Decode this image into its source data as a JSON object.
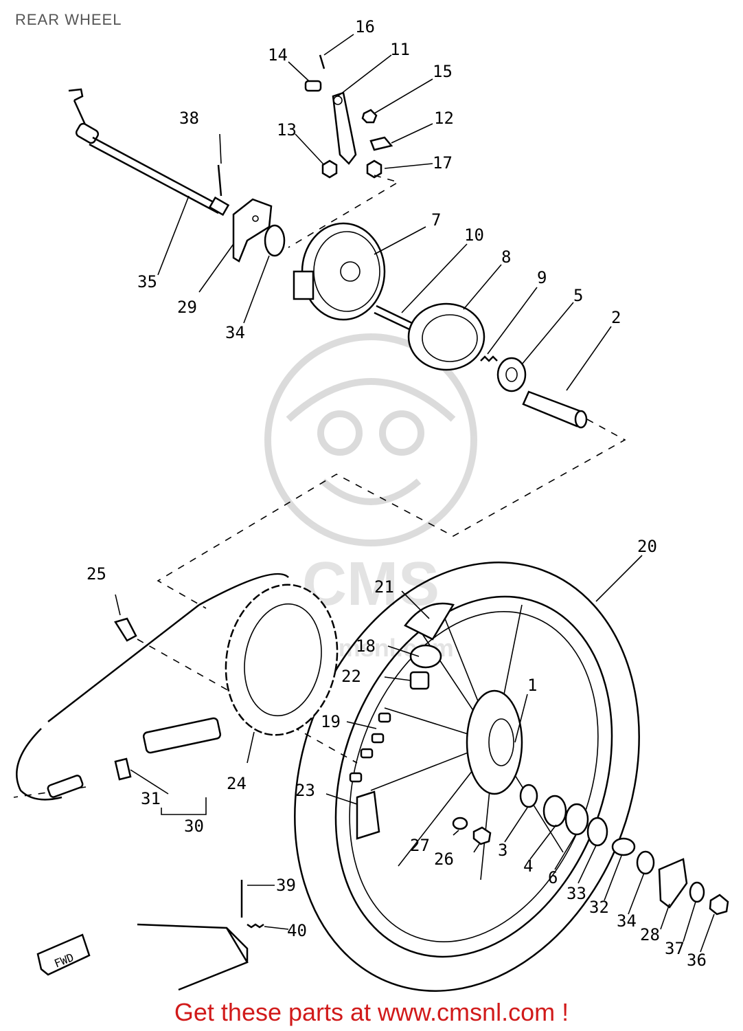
{
  "title": "REAR WHEEL",
  "footer": "Get these parts at www.cmsnl.com !",
  "watermark": {
    "text": "CMS",
    "url_text": "www.cmsnl.com"
  },
  "fwd_label": "FWD",
  "parts": [
    {
      "num": "1"
    },
    {
      "num": "2"
    },
    {
      "num": "3"
    },
    {
      "num": "4"
    },
    {
      "num": "5"
    },
    {
      "num": "6"
    },
    {
      "num": "7"
    },
    {
      "num": "8"
    },
    {
      "num": "9"
    },
    {
      "num": "10"
    },
    {
      "num": "11"
    },
    {
      "num": "12"
    },
    {
      "num": "13"
    },
    {
      "num": "14"
    },
    {
      "num": "15"
    },
    {
      "num": "16"
    },
    {
      "num": "17"
    },
    {
      "num": "18"
    },
    {
      "num": "19"
    },
    {
      "num": "20"
    },
    {
      "num": "21"
    },
    {
      "num": "22"
    },
    {
      "num": "23"
    },
    {
      "num": "24"
    },
    {
      "num": "25"
    },
    {
      "num": "26"
    },
    {
      "num": "27"
    },
    {
      "num": "28"
    },
    {
      "num": "29"
    },
    {
      "num": "30"
    },
    {
      "num": "31"
    },
    {
      "num": "32"
    },
    {
      "num": "33"
    },
    {
      "num": "34"
    },
    {
      "num": "34"
    },
    {
      "num": "35"
    },
    {
      "num": "36"
    },
    {
      "num": "37"
    },
    {
      "num": "38"
    },
    {
      "num": "39"
    },
    {
      "num": "40"
    }
  ]
}
